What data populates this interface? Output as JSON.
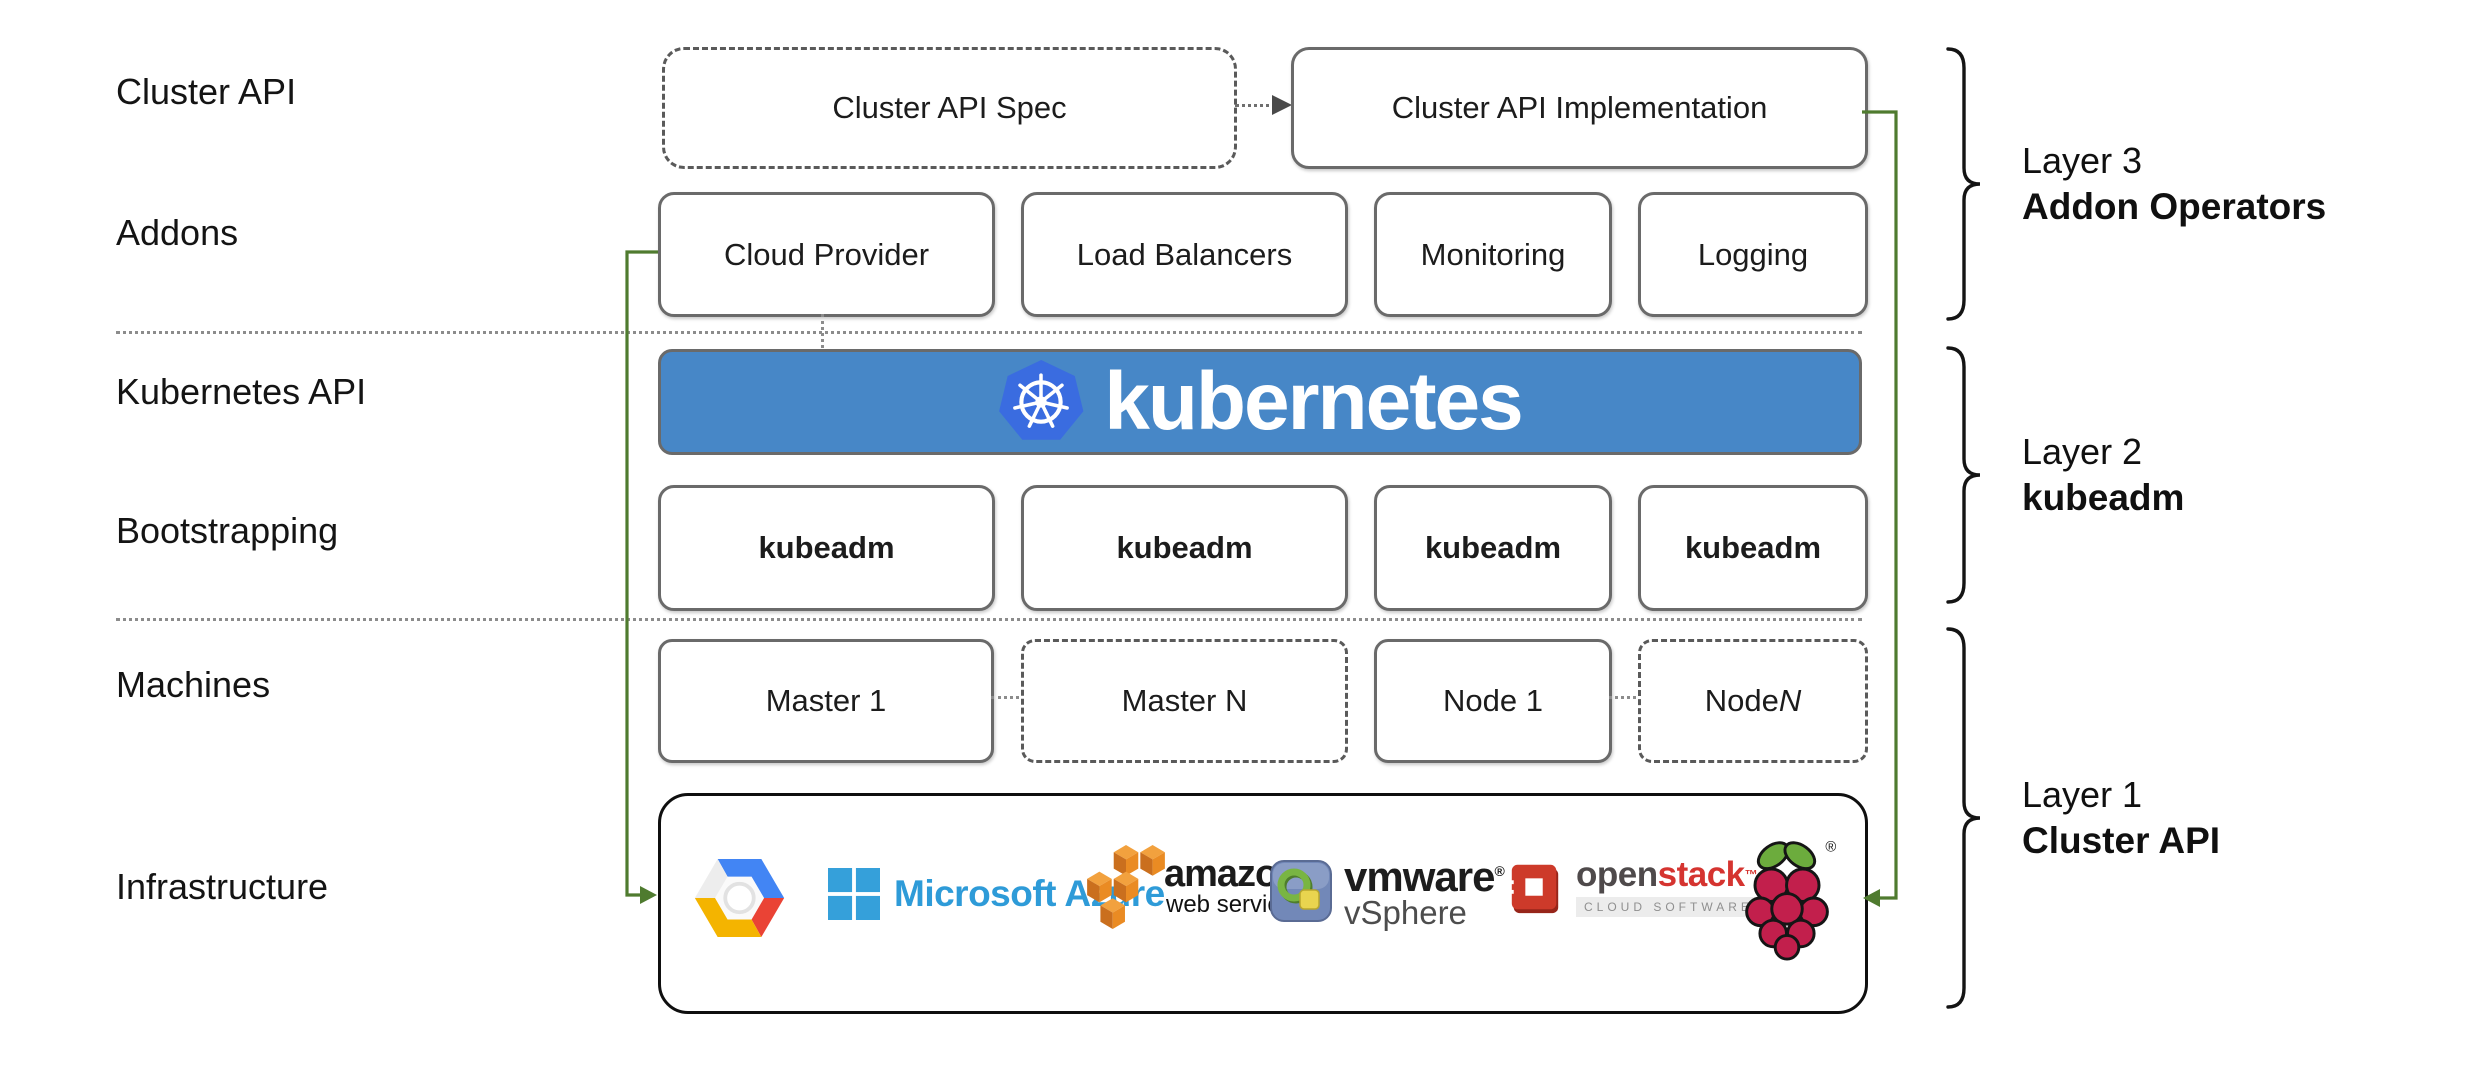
{
  "left_labels": [
    "Cluster API",
    "Addons",
    "Kubernetes API",
    "Bootstrapping",
    "Machines",
    "Infrastructure"
  ],
  "top_row": {
    "spec_label": "Cluster API Spec",
    "impl_label": "Cluster API Implementation"
  },
  "addons_row": {
    "boxes": [
      "Cloud Provider",
      "Load Balancers",
      "Monitoring",
      "Logging"
    ]
  },
  "kubernetes_banner": {
    "wordmark": "kubernetes"
  },
  "bootstrapping_row": {
    "boxes": [
      "kubeadm",
      "kubeadm",
      "kubeadm",
      "kubeadm"
    ]
  },
  "machines_row": {
    "boxes": [
      {
        "label": "Master 1",
        "suffix": ""
      },
      {
        "label": "Master N",
        "suffix": ""
      },
      {
        "label": "Node 1",
        "suffix": ""
      },
      {
        "label": "Node ",
        "suffix": "N"
      }
    ]
  },
  "infrastructure": {
    "azure_text": "Microsoft Azure",
    "aws_line1": "amazon",
    "aws_line2": "web services",
    "vmware_line1": "vmware",
    "vmware_registered": "®",
    "vmware_line2": "vSphere",
    "openstack_line1_part1": "open",
    "openstack_line1_part2": "stack",
    "openstack_tm": "™",
    "openstack_line2": "CLOUD SOFTWARE",
    "raspberry_registered": "®"
  },
  "layers": [
    {
      "line1": "Layer 3",
      "line2": "Addon Operators"
    },
    {
      "line1": "Layer 2",
      "line2": "kubeadm"
    },
    {
      "line1": "Layer 1",
      "line2": "Cluster API"
    }
  ],
  "colors": {
    "accent_green": "#4f7b2f",
    "banner_blue": "#4787c7",
    "k8s_logo_blue": "#3a6ce0",
    "azure_blue": "#2e9bd8",
    "aws_orange": "#ed8c2b",
    "openstack_red": "#d53430",
    "rpi_green": "#6cac3d",
    "rpi_red": "#c21f4c",
    "gcp_blue": "#4285f4",
    "gcp_red": "#ea4335",
    "gcp_yellow": "#f4b400"
  }
}
